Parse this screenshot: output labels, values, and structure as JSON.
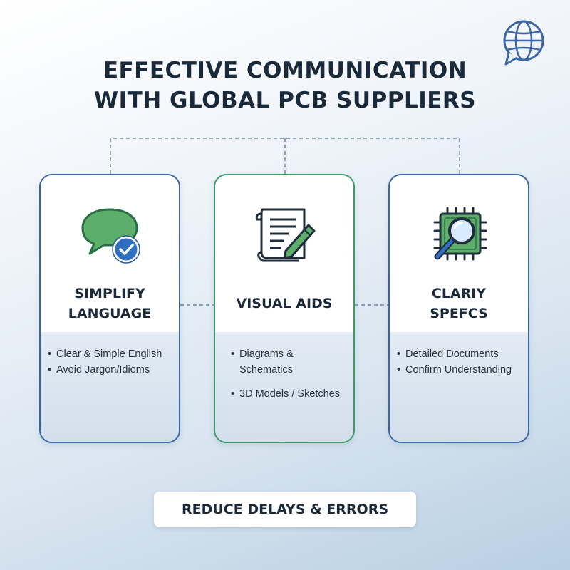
{
  "title": {
    "line1": "EFFECTIVE COMMUNICATION",
    "line2": "WITH GLOBAL PCB SUPPLIERS"
  },
  "cards": [
    {
      "icon": "speech-bubble-check-icon",
      "heading_line1": "SIMPLIFY",
      "heading_line2": "LANGUAGE",
      "points": [
        "Clear & Simple English",
        "Avoid Jargon/Idioms"
      ]
    },
    {
      "icon": "document-pencil-icon",
      "heading_line1": "VISUAL AIDS",
      "heading_line2": "",
      "points": [
        "Diagrams &",
        "Schematics",
        "3D Models / Sketches"
      ]
    },
    {
      "icon": "chip-magnifier-icon",
      "heading_line1": "CLARIY",
      "heading_line2": "SPEFCS",
      "points": [
        "Detailed Documents",
        "Confirm Understanding"
      ]
    }
  ],
  "footer": {
    "label": "REDUCE DELAYS & ERRORS"
  },
  "colors": {
    "blue": "#3c65a3",
    "green": "#3f9a6a",
    "text": "#1b2a3a"
  }
}
